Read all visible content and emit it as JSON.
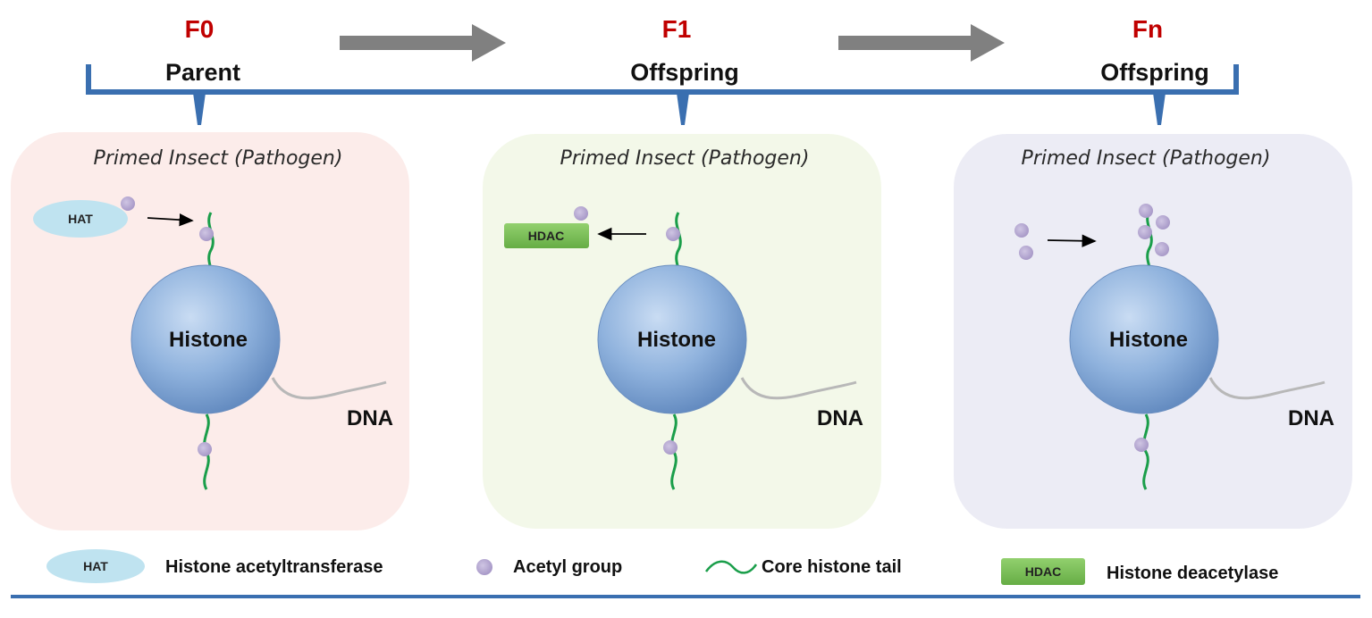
{
  "generations": [
    {
      "id": "F0",
      "role": "Parent"
    },
    {
      "id": "F1",
      "role": "Offspring"
    },
    {
      "id": "Fn",
      "role": "Offspring"
    }
  ],
  "panels": [
    {
      "title": "Primed Insect (Pathogen)",
      "histone": "Histone",
      "dna": "DNA",
      "enzyme": "HAT",
      "bg": "#fcecea"
    },
    {
      "title": "Primed Insect (Pathogen)",
      "histone": "Histone",
      "dna": "DNA",
      "enzyme": "HDAC",
      "bg": "#f3f8e9"
    },
    {
      "title": "Primed Insect (Pathogen)",
      "histone": "Histone",
      "dna": "DNA",
      "bg": "#ececf5"
    }
  ],
  "legend": {
    "hat_symbol": "HAT",
    "hat_text": "Histone acetyltransferase",
    "acetyl_text": "Acetyl group",
    "tail_text": "Core histone tail",
    "hdac_symbol": "HDAC",
    "hdac_text": "Histone deacetylase"
  },
  "colors": {
    "generation_label": "#c00000",
    "bracket": "#3a6fb0",
    "arrow": "#808080",
    "histone": "#7fa5d6",
    "tail": "#1a9e4a",
    "acetyl": "#b3a6d0",
    "hat": "#bfe3f0",
    "hdac": "#7cc05a"
  }
}
